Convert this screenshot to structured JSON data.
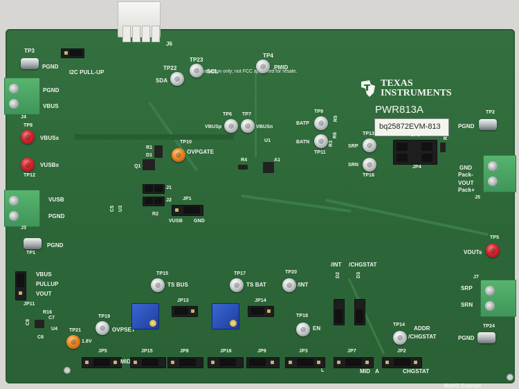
{
  "board": {
    "title": "PWR813A",
    "label": "bq25872EVM-813",
    "brand_line1": "TEXAS",
    "brand_line2": "INSTRUMENTS",
    "notice": "For evaluation only; not FCC approved for resale.",
    "rohs": "RoHS Exempt"
  },
  "colors": {
    "pcb": "#2e6a3c",
    "terminal": "#4aa663",
    "testpoint_red": "#d8262f",
    "testpoint_orange": "#f08a24",
    "pot_blue": "#2b4fb8"
  },
  "labels": {
    "tp3": "TP3",
    "pgnd_tl": "PGND",
    "i2c_pullup": "I2C PULL-UP",
    "j6": "J6",
    "tp23": "TP23",
    "scl": "SCL",
    "tp22": "TP22",
    "sda": "SDA",
    "tp4": "TP4",
    "pmid": "PMID",
    "pgnd_j4": "PGND",
    "vbus_j4": "VBUS",
    "j4": "J4",
    "tp8": "TP8",
    "vbuss": "VBUSs",
    "vusbs": "VUSBs",
    "tp12": "TP12",
    "r1": "R1",
    "d1": "D1",
    "tp10": "TP10",
    "ovpgate": "OVPGATE",
    "q1": "Q1",
    "tp6": "TP6",
    "tp7": "TP7",
    "vbusp": "VBUSp",
    "vbusn": "VBUSn",
    "r4": "R4",
    "u1": "U1",
    "a1": "A1",
    "tp9": "TP9",
    "batp": "BATP",
    "batn": "BATN",
    "tp11": "TP11",
    "r5": "R5",
    "r6": "R6",
    "r3": "R3",
    "tp13": "TP13",
    "srp_mid": "SRP",
    "srn_mid": "SRN",
    "tp16": "TP16",
    "jp6": "JP6",
    "jp4": "JP4",
    "r7": "R7",
    "tp2": "TP2",
    "pgnd_tr": "PGND",
    "gnd_pack": "GND",
    "pack_minus": "Pack-",
    "vout_pack": "VOUT",
    "pack_plus": "Pack+",
    "j5": "J5",
    "vusb_j3": "VUSB",
    "pgnd_j3": "PGND",
    "j3": "J3",
    "j1": "J1",
    "j2": "J2",
    "r2": "R2",
    "c5": "C5",
    "u3": "U3",
    "jp1": "JP1",
    "jp1_vusb": "VUSB",
    "jp1_gnd": "GND",
    "tp1": "TP1",
    "pgnd_tp1": "PGND",
    "tp5": "TP5",
    "vouts": "VOUTs",
    "j7": "J7",
    "srp_j7": "SRP",
    "srn_j7": "SRN",
    "tp24": "TP24",
    "pgnd_br": "PGND",
    "vbus_jp11": "VBUS",
    "pullup": "PULLUP",
    "vout_jp11": "VOUT",
    "jp11": "JP11",
    "r16": "R16",
    "c7": "C7",
    "c6": "C6",
    "u4": "U4",
    "c8": "C8",
    "tp21": "TP21",
    "v18": "1.8V",
    "tp19": "TP19",
    "ovpset": "OVPSET",
    "tp15": "TP15",
    "ts_bus": "TS BUS",
    "jp13": "JP13",
    "tp17": "TP17",
    "ts_bat": "TS BAT",
    "jp14": "JP14",
    "tp20": "TP20",
    "int": "/INT",
    "int_chg": "/INT",
    "chgstat": "/CHGSTAT",
    "d2": "D2",
    "d3": "D3",
    "tp18": "TP18",
    "en": "EN",
    "tp14": "TP14",
    "addr": "ADDR",
    "chgstat2": "/CHGSTAT",
    "jp5": "JP5",
    "jp15": "JP15",
    "jp8": "JP8",
    "jp16": "JP16",
    "jp9": "JP9",
    "jp3": "JP3",
    "jp7": "JP7",
    "jp2": "JP2",
    "mid_jp5": "MID",
    "mid_jp7": "MID",
    "l_jp3": "L",
    "a_jp2": "A",
    "chgstat_jp2": "CHGSTAT"
  }
}
